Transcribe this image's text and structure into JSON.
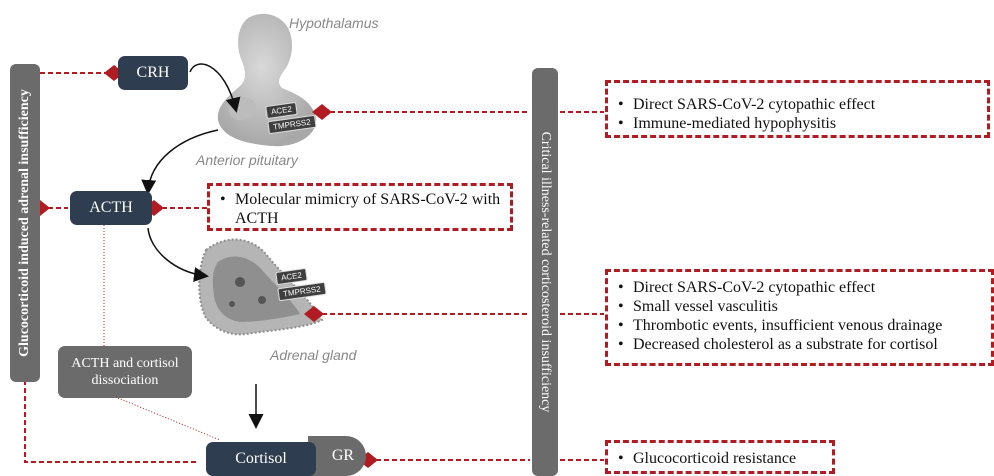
{
  "anatomy": {
    "hypothalamus": "Hypothalamus",
    "anterior_pituitary": "Anterior pituitary",
    "adrenal_gland": "Adrenal gland",
    "receptor_ace2": "ACE2",
    "receptor_tmprss2": "TMPRSS2"
  },
  "hormones": {
    "crh": "CRH",
    "acth": "ACTH",
    "cortisol": "Cortisol",
    "gr": "GR",
    "dissociation": "ACTH and cortisol dissociation"
  },
  "side_bars": {
    "left": "Glucocorticoid induced adrenal insufficiency",
    "right": "Critical illness-related corticosteroid insufficiency"
  },
  "mechanisms": {
    "pituitary": [
      "Direct SARS-CoV-2 cytopathic effect",
      "Immune-mediated hypophysitis"
    ],
    "acth": [
      "Molecular mimicry of SARS-CoV-2 with ACTH"
    ],
    "adrenal": [
      "Direct SARS-CoV-2 cytopathic effect",
      "Small vessel vasculitis",
      "Thrombotic events, insufficient venous drainage",
      "Decreased cholesterol as a substrate for cortisol"
    ],
    "receptor": [
      "Glucocorticoid resistance"
    ]
  },
  "colors": {
    "navy_box": "#2e3d4f",
    "grey_box": "#6b6b6b",
    "dashed_red": "#b01c22"
  }
}
